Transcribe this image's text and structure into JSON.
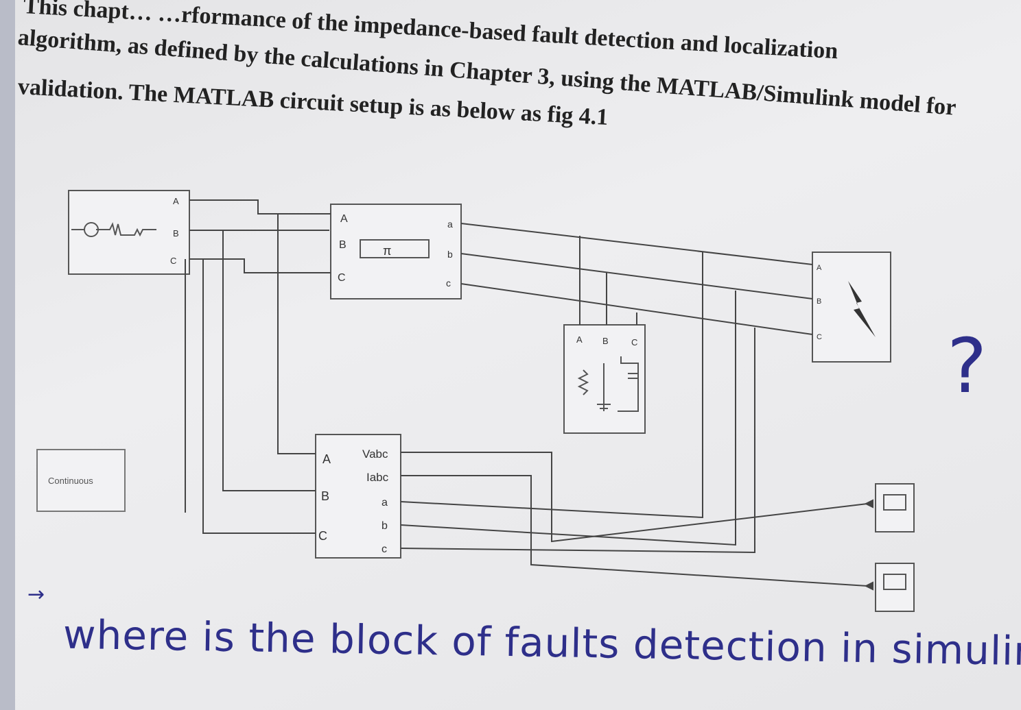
{
  "text": {
    "line1": "This chapt…        …rformance of the impedance-based fault detection and localization",
    "line2": "algorithm, as defined by the calculations in Chapter 3, using the MATLAB/Simulink model for",
    "line3": "validation. The MATLAB circuit setup is as below as fig 4.1"
  },
  "diagram": {
    "source": {
      "ports": [
        "A",
        "B",
        "C"
      ]
    },
    "line_block": {
      "inputs": [
        "A",
        "B",
        "C"
      ],
      "outputs": [
        "a",
        "b",
        "c"
      ],
      "symbol": "π"
    },
    "load": {
      "ports": [
        "A",
        "B",
        "C"
      ]
    },
    "fault": {
      "ports": [
        "A",
        "B",
        "C"
      ]
    },
    "measurement": {
      "inputs": [
        "A",
        "B",
        "C"
      ],
      "outputs": [
        "Vabc",
        "Iabc",
        "a",
        "b",
        "c"
      ]
    },
    "powergui": "Continuous"
  },
  "handwriting": {
    "note": "where is the block of faults detection in simulink di",
    "question_mark": "?",
    "arrow": "→"
  },
  "colors": {
    "ink": "#2e2f8a",
    "wire": "#444444"
  }
}
